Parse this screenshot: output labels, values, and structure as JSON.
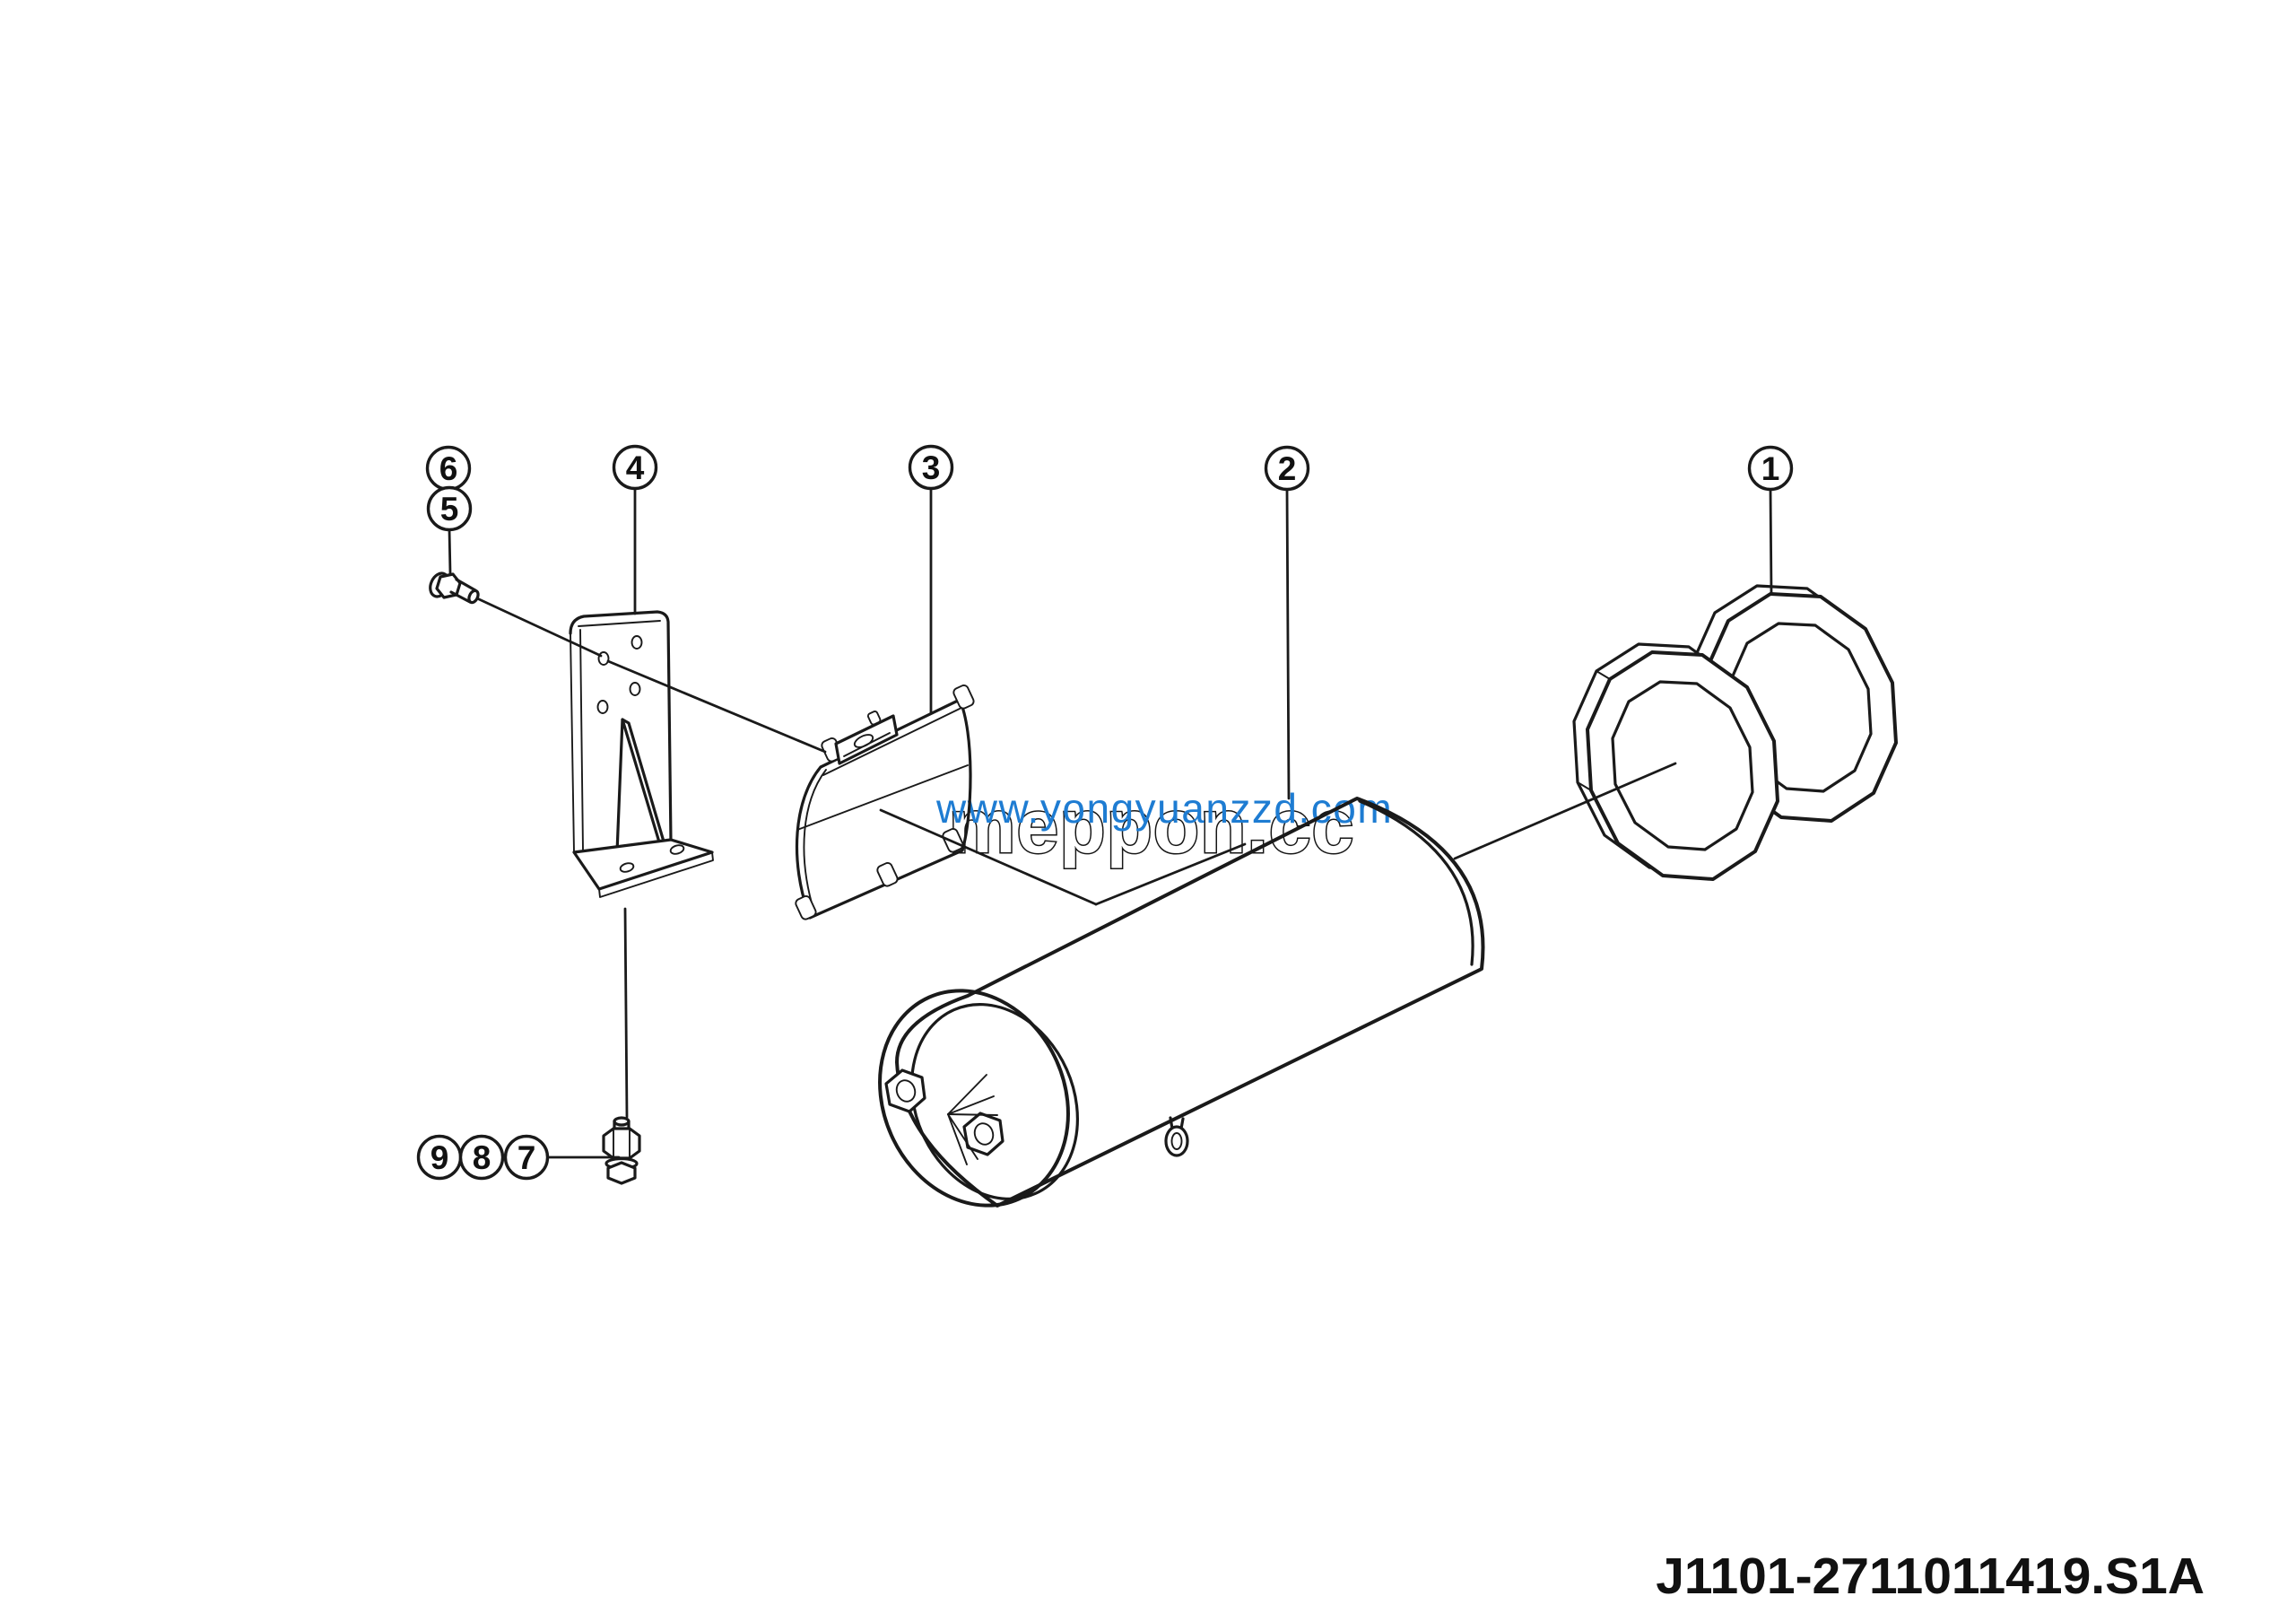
{
  "callouts": {
    "n1": "1",
    "n2": "2",
    "n3": "3",
    "n4": "4",
    "n5": "5",
    "n6": "6",
    "n7": "7",
    "n8": "8",
    "n9": "9"
  },
  "watermarks": {
    "front": "www.yongyuanzzd.com",
    "back": "meppon.cc",
    "front_color": "#1e7cd2"
  },
  "part_code": "J1101-2711011419.S1A",
  "colors": {
    "line": "#1a1a1a",
    "background": "#ffffff"
  }
}
